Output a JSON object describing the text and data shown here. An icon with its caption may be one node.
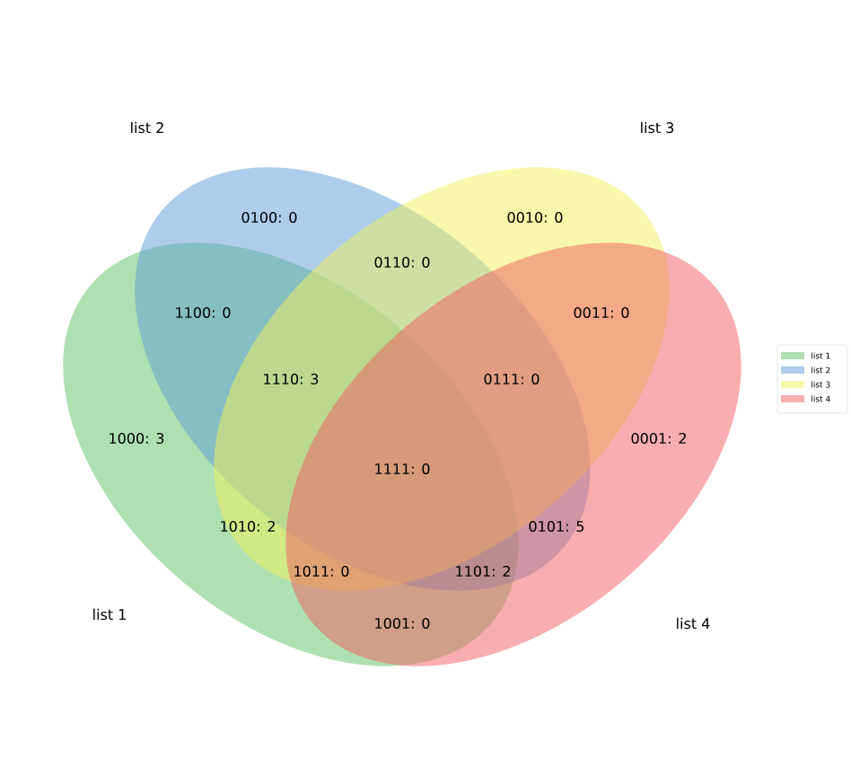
{
  "diagram": {
    "nodes": [
      {
        "text": [
          "list 1"
        ]
      },
      {
        "text": [
          "list 2"
        ]
      },
      {
        "text": [
          "list 3"
        ]
      },
      {
        "text": [
          "list 4"
        ]
      }
    ],
    "labels": [
      "0100: 0",
      "0010: 0",
      "0110: 0",
      "1100: 0",
      "0011: 0",
      "1110: 3",
      "0111: 0",
      "1000: 3",
      "0001: 2",
      "1111: 0",
      "1010: 2",
      "0101: 5",
      "1011: 0",
      "1101: 2",
      "1001: 0"
    ],
    "legend": [
      {
        "text": "list 1",
        "color": "#aee0b1"
      },
      {
        "text": "list 2",
        "color": "#adcdea"
      },
      {
        "text": "list 3",
        "color": "#f8f8ac"
      },
      {
        "text": "list 4",
        "color": "#f8adb0"
      }
    ]
  }
}
